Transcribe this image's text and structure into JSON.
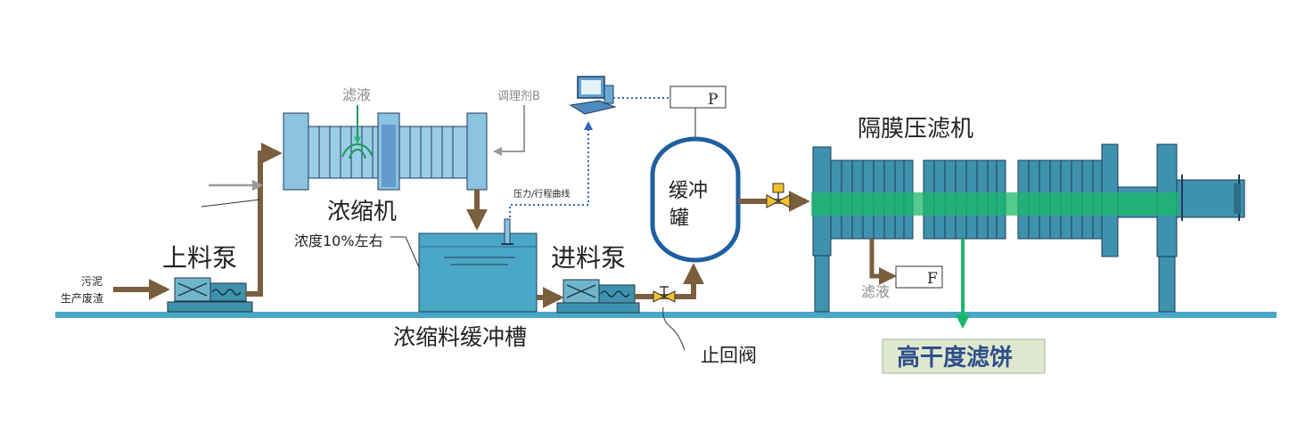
{
  "labels": {
    "sludge_line1": "污泥",
    "sludge_line2": "生产废渣",
    "feed_pump": "上料泵",
    "thickener": "浓缩机",
    "filtrate_top": "滤液",
    "conditioner": "调理剂B",
    "concentration": "浓度10%左右",
    "thickened_tank": "浓缩料缓冲槽",
    "pressure_curve": "压力/行程曲线",
    "inlet_pump": "进料泵",
    "check_valve": "止回阀",
    "buffer_tank_line1": "缓冲",
    "buffer_tank_line2": "罐",
    "pressure_gauge": "P",
    "flow_meter": "F",
    "filter_press": "隔膜压滤机",
    "filtrate_bottom": "滤液",
    "product": "高干度滤饼"
  },
  "colors": {
    "pipe": "#7a5f3e",
    "water": "#4aa8c6",
    "equipment": "#3f92ad",
    "ground": "#4aa8c6",
    "green_flow": "#1bb86a",
    "product_bg": "#dfe8cf",
    "control_line": "#2f66c4"
  },
  "icons": [
    "computer-icon",
    "valve-icon",
    "check-valve-icon",
    "pump-icon"
  ]
}
